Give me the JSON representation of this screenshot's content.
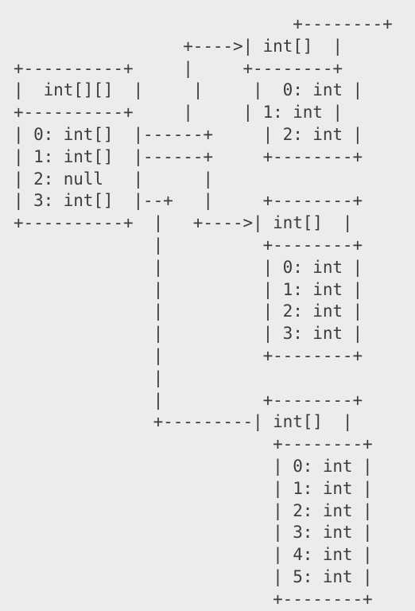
{
  "diagram": {
    "lines": [
      "                            +--------+",
      "                 +---->| int[]  |",
      "+----------+     |     +--------+",
      "|  int[][]  |     |     |  0: int |",
      "+----------+     |     | 1: int |",
      "| 0: int[]  |------+     | 2: int |",
      "| 1: int[]  |------+     +--------+",
      "| 2: null   |      |",
      "| 3: int[]  |--+   |     +--------+",
      "+----------+  |   +---->| int[]  |",
      "              |          +--------+",
      "              |          | 0: int |",
      "              |          | 1: int |",
      "              |          | 2: int |",
      "              |          | 3: int |",
      "              |          +--------+",
      "              |",
      "              |          +--------+",
      "              +---------| int[]  |",
      "                          +--------+",
      "                          | 0: int |",
      "                          | 1: int |",
      "                          | 2: int |",
      "                          | 3: int |",
      "                          | 4: int |",
      "                          | 5: int |",
      "                          +--------+"
    ]
  }
}
